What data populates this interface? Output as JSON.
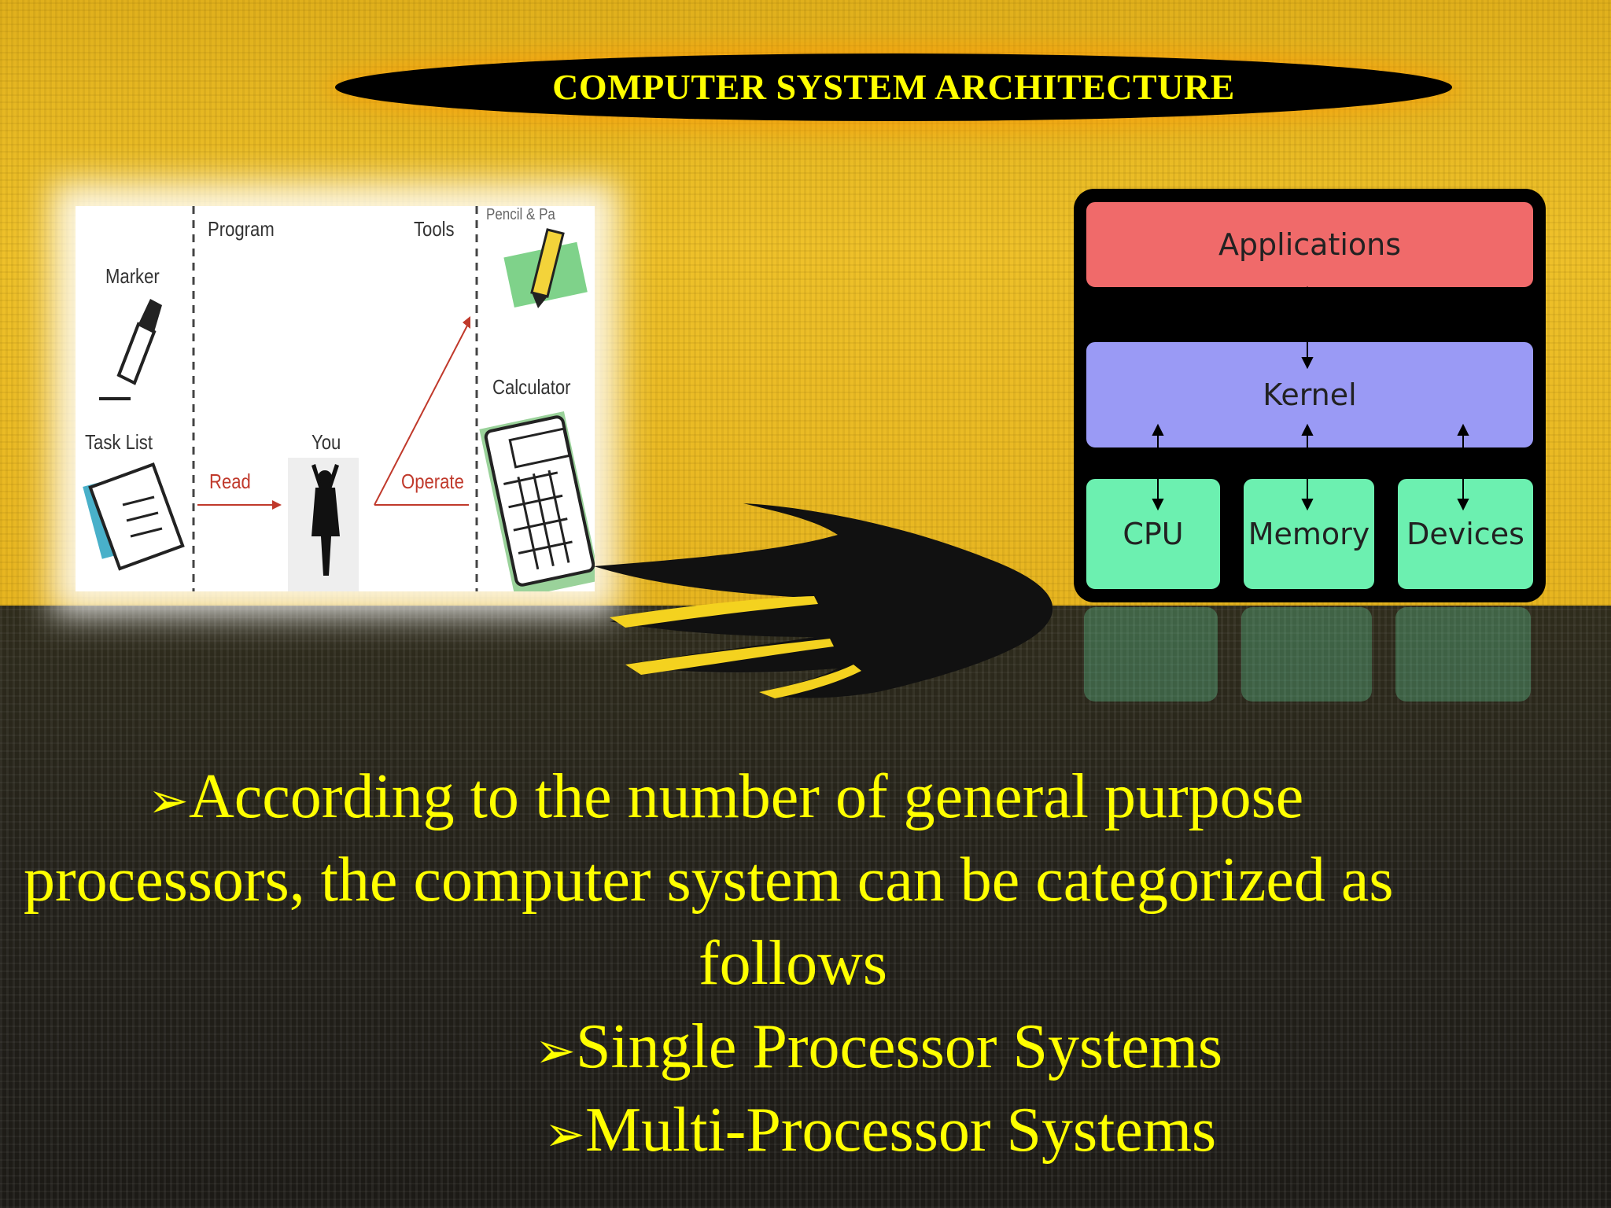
{
  "slide": {
    "title": "COMPUTER SYSTEM ARCHITECTURE",
    "bullet_glyph": "➢",
    "main_bullet": {
      "line1": "According to the number of general purpose",
      "line2": "processors, the computer system can be categorized as",
      "line3": "follows"
    },
    "sub_bullets": [
      "Single Processor Systems",
      "Multi-Processor Systems"
    ]
  },
  "illustration": {
    "col_program": "Program",
    "col_tools": "Tools",
    "col_pencil": "Pencil & Pa",
    "marker": "Marker",
    "task_list": "Task List",
    "you": "You",
    "calculator": "Calculator",
    "read": "Read",
    "operate": "Operate"
  },
  "stack_diagram": {
    "applications": "Applications",
    "kernel": "Kernel",
    "cpu": "CPU",
    "memory": "Memory",
    "devices": "Devices",
    "colors": {
      "applications": "#f06a6a",
      "kernel": "#9a9af5",
      "hardware": "#6cf0b0"
    }
  }
}
